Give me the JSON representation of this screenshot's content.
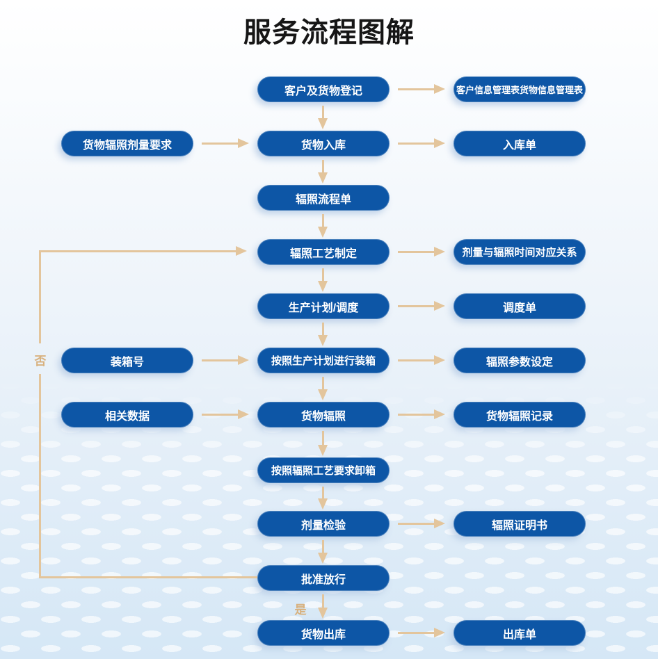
{
  "title": "服务流程图解",
  "colors": {
    "node_fill": "#0d56a6",
    "node_text": "#ffffff",
    "arrow": "#e3c59c",
    "decision_label": "#d8b17e",
    "title_text": "#161616",
    "background_top": "#ffffff",
    "background_bottom": "#d5e7f6"
  },
  "flow": {
    "main": [
      {
        "label": "客户及货物登记"
      },
      {
        "label": "货物入库"
      },
      {
        "label": "辐照流程单"
      },
      {
        "label": "辐照工艺制定"
      },
      {
        "label": "生产计划/调度"
      },
      {
        "label": "按照生产计划进行装箱"
      },
      {
        "label": "货物辐照"
      },
      {
        "label": "按照辐照工艺要求卸箱"
      },
      {
        "label": "剂量检验"
      },
      {
        "label": "批准放行"
      },
      {
        "label": "货物出库"
      }
    ],
    "inputs": [
      {
        "label": "货物辐照剂量要求"
      },
      {
        "label": "装箱号"
      },
      {
        "label": "相关数据"
      }
    ],
    "outputs": [
      {
        "label": "客户信息管理表货物信息管理表"
      },
      {
        "label": "入库单"
      },
      {
        "label": "剂量与辐照时间对应关系"
      },
      {
        "label": "调度单"
      },
      {
        "label": "辐照参数设定"
      },
      {
        "label": "货物辐照记录"
      },
      {
        "label": "辐照证明书"
      },
      {
        "label": "出库单"
      }
    ],
    "decision": {
      "no_label": "否",
      "yes_label": "是"
    }
  }
}
